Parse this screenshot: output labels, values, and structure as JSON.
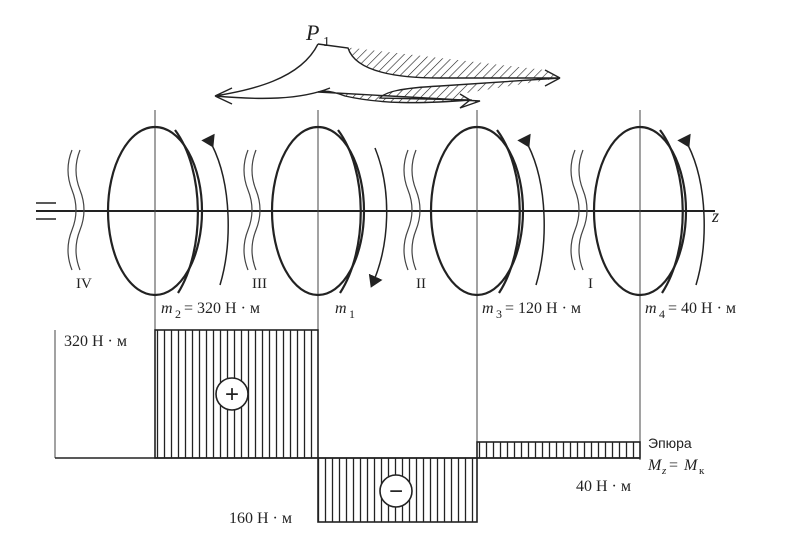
{
  "force": {
    "label": "P",
    "sub": "1"
  },
  "axis": {
    "label": "z"
  },
  "sections": [
    "IV",
    "III",
    "II",
    "I"
  ],
  "moments": {
    "m2": {
      "sym": "m",
      "sub": "2",
      "value": "= 320 Н · м"
    },
    "m1": {
      "sym": "m",
      "sub": "1"
    },
    "m3": {
      "sym": "m",
      "sub": "3",
      "value": "= 120 Н · м"
    },
    "m4": {
      "sym": "m",
      "sub": "4",
      "value": "= 40 Н · м"
    }
  },
  "diagram": {
    "title": "Эпюра",
    "formula_mz": "M",
    "formula_mz_sub": "z",
    "formula_eq": "= ",
    "formula_mk": "M",
    "formula_mk_sub": "к",
    "plus_sign": "+",
    "minus_sign": "−",
    "value_labels": {
      "top": "320 Н · м",
      "bottom": "160 Н · м",
      "right": "40 Н · м"
    },
    "segments": [
      {
        "section": "III",
        "value": 320
      },
      {
        "section": "II",
        "value": -160
      },
      {
        "section": "I",
        "value": 40
      }
    ]
  }
}
